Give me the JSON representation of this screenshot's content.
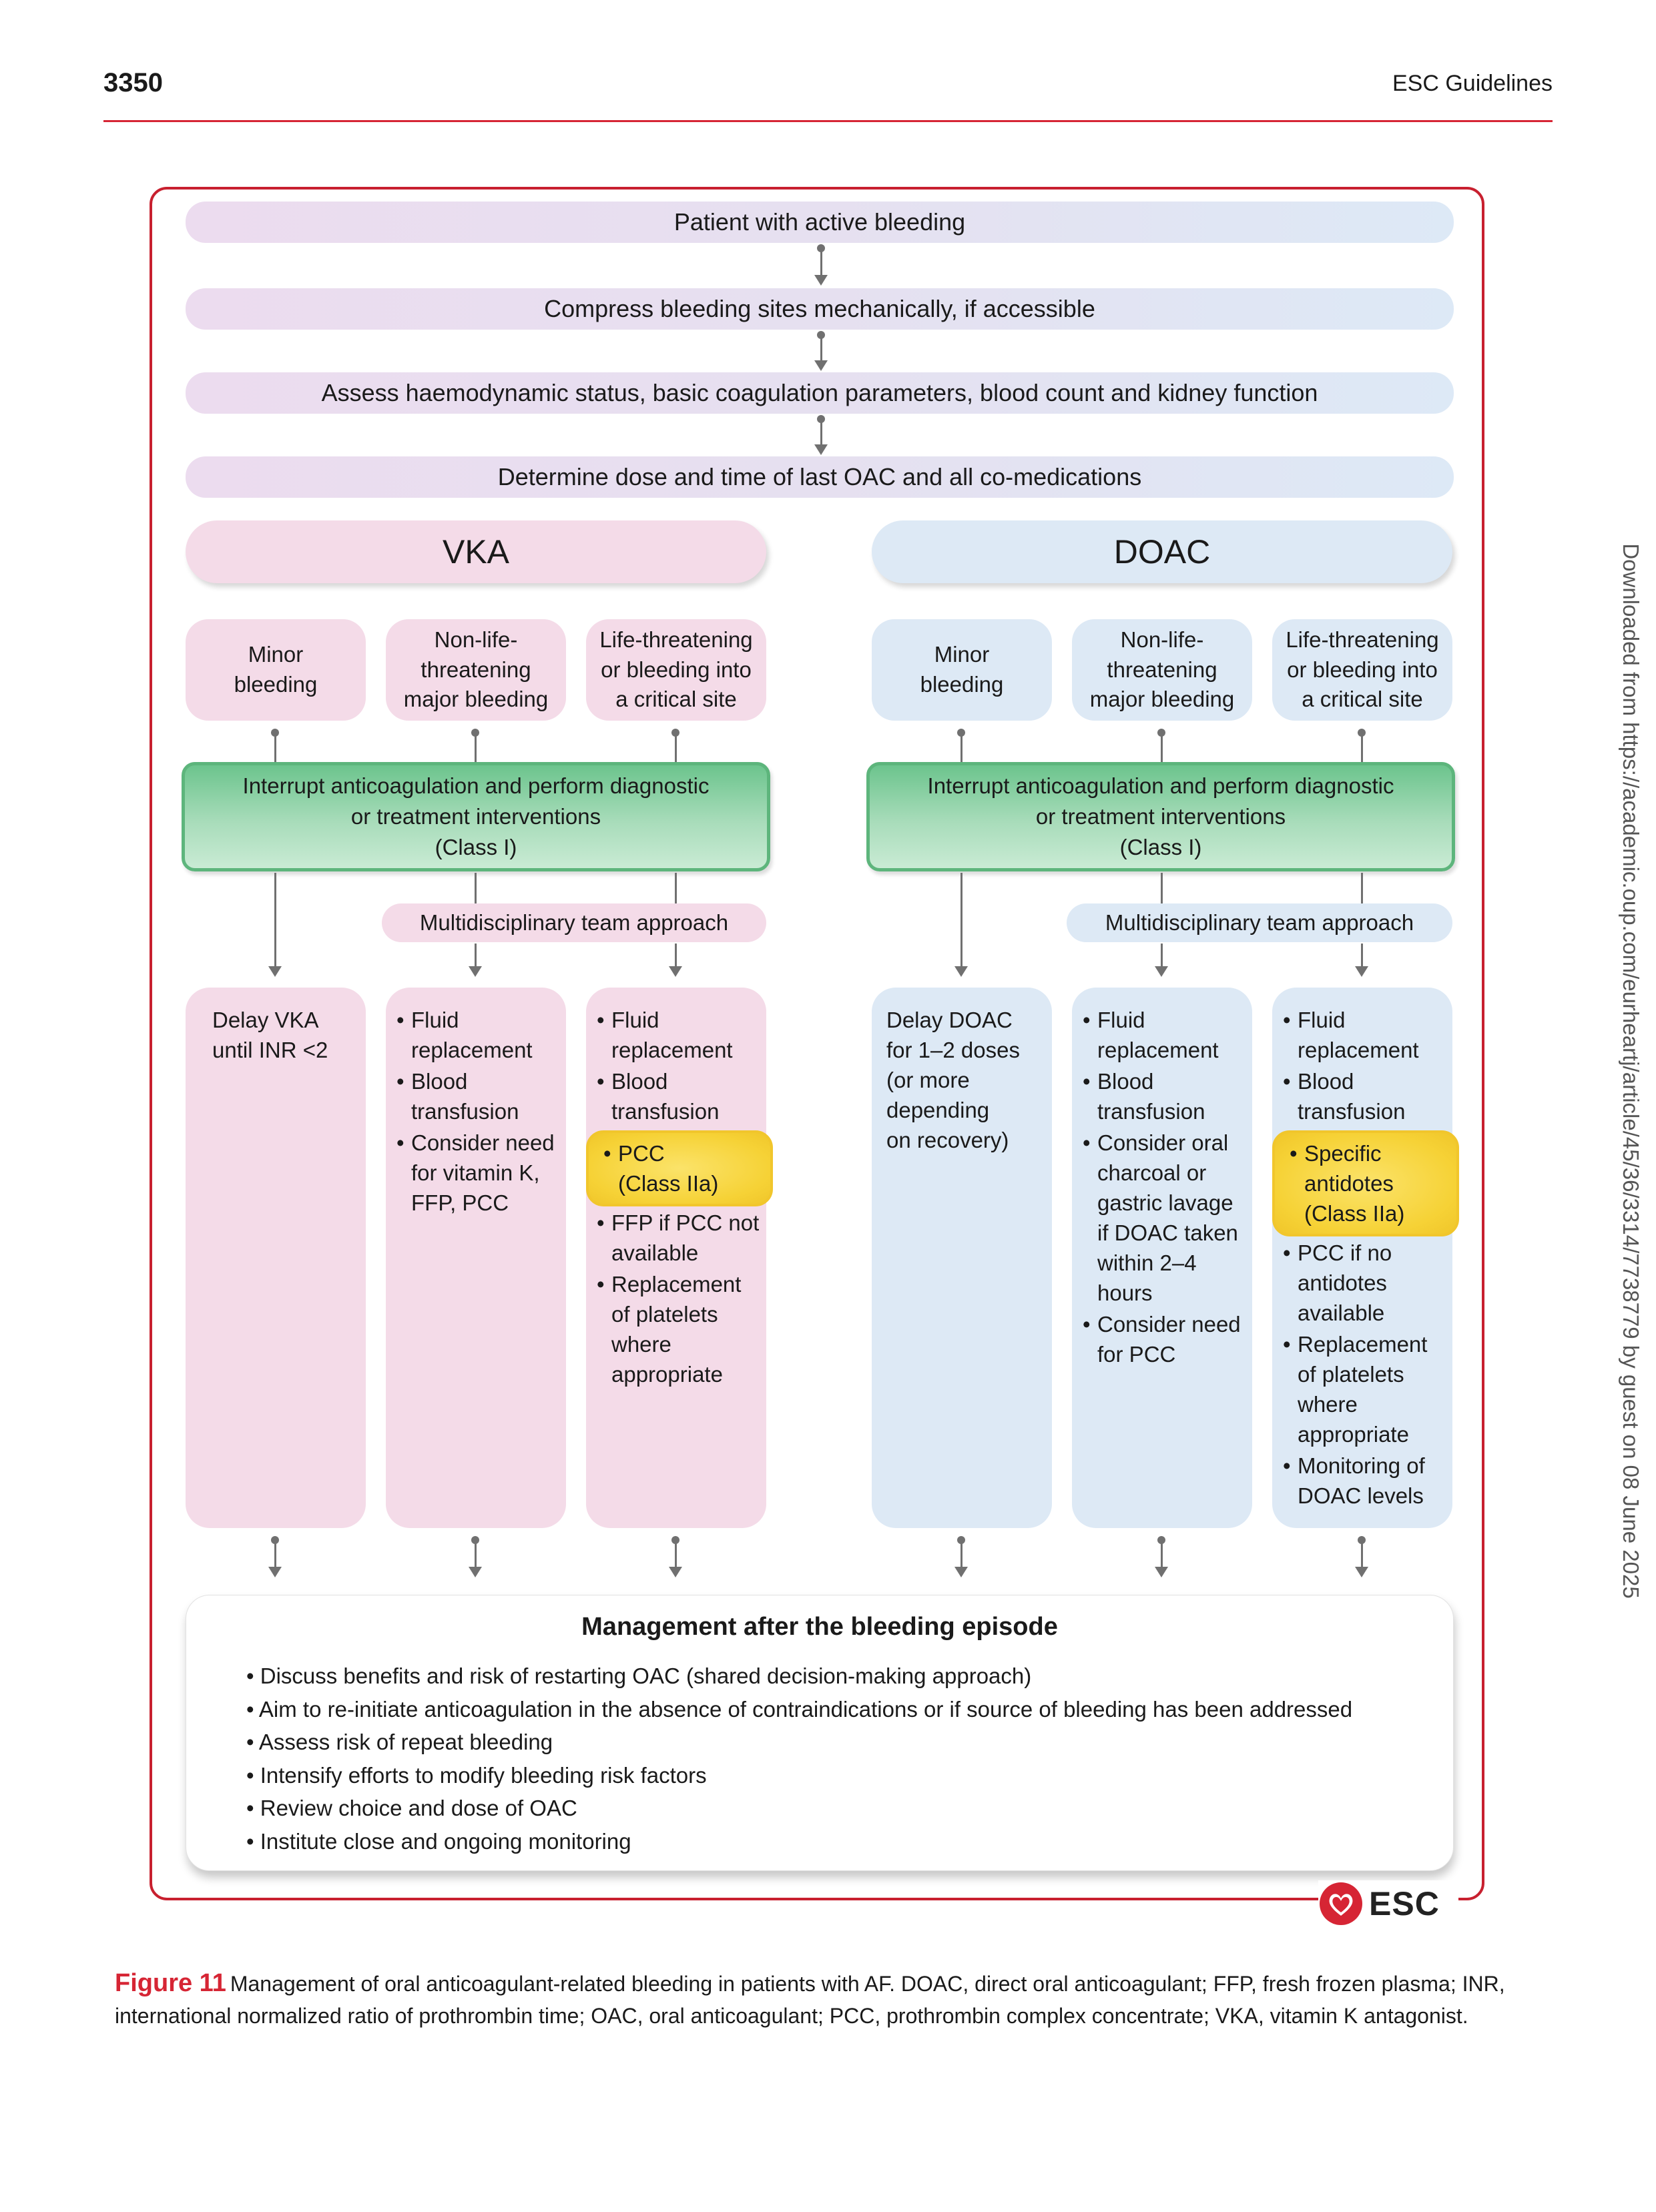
{
  "header": {
    "page_number": "3350",
    "running_head": "ESC Guidelines"
  },
  "flow": {
    "steps": [
      "Patient with active bleeding",
      "Compress bleeding sites mechanically, if accessible",
      "Assess haemodynamic status, basic coagulation parameters, blood count and kidney function",
      "Determine dose and time of last OAC and all co-medications"
    ],
    "vka": {
      "heading": "VKA",
      "categories": [
        [
          "Minor",
          "bleeding"
        ],
        [
          "Non-life-",
          "threatening",
          "major bleeding"
        ],
        [
          "Life-threatening",
          "or bleeding into",
          "a critical site"
        ]
      ],
      "interrupt": [
        "Interrupt anticoagulation and perform diagnostic",
        "or treatment interventions",
        "(Class I)"
      ],
      "mdt": "Multidisciplinary team approach",
      "minor_text": [
        "Delay VKA",
        "until INR <2"
      ],
      "major_items": [
        [
          "Fluid",
          "replacement"
        ],
        [
          "Blood",
          "transfusion"
        ],
        [
          "Consider need",
          "for vitamin K,",
          "FFP, PCC"
        ]
      ],
      "critical_before": [
        [
          "Fluid",
          "replacement"
        ],
        [
          "Blood",
          "transfusion"
        ]
      ],
      "critical_highlight": [
        "PCC",
        "(Class IIa)"
      ],
      "critical_after": [
        [
          "FFP if PCC not",
          "available"
        ],
        [
          "Replacement",
          "of platelets",
          "where",
          "appropriate"
        ]
      ]
    },
    "doac": {
      "heading": "DOAC",
      "categories": [
        [
          "Minor",
          "bleeding"
        ],
        [
          "Non-life-",
          "threatening",
          "major bleeding"
        ],
        [
          "Life-threatening",
          "or bleeding into",
          "a critical site"
        ]
      ],
      "interrupt": [
        "Interrupt anticoagulation and perform diagnostic",
        "or treatment interventions",
        "(Class I)"
      ],
      "mdt": "Multidisciplinary team approach",
      "minor_text": [
        "Delay DOAC",
        "for 1–2 doses",
        "(or more",
        "depending",
        "on recovery)"
      ],
      "major_items": [
        [
          "Fluid",
          "replacement"
        ],
        [
          "Blood",
          "transfusion"
        ],
        [
          "Consider oral",
          "charcoal or",
          "gastric lavage",
          "if DOAC taken",
          "within 2–4",
          "hours"
        ],
        [
          "Consider need",
          "for PCC"
        ]
      ],
      "critical_before": [
        [
          "Fluid",
          "replacement"
        ],
        [
          "Blood",
          "transfusion"
        ]
      ],
      "critical_highlight": [
        "Specific",
        "antidotes",
        "(Class IIa)"
      ],
      "critical_after": [
        [
          "PCC if no",
          "antidotes",
          "available"
        ],
        [
          "Replacement",
          "of platelets",
          "where",
          "appropriate"
        ],
        [
          "Monitoring of",
          "DOAC levels"
        ]
      ]
    },
    "management": {
      "title": "Management after the bleeding episode",
      "items": [
        "Discuss benefits and risk of restarting OAC (shared decision-making approach)",
        "Aim to re-initiate anticoagulation in the absence of contraindications or if source of bleeding has been addressed",
        "Assess risk of repeat bleeding",
        "Intensify efforts to modify bleeding risk factors",
        "Review choice and dose of OAC",
        "Institute close and ongoing monitoring"
      ]
    },
    "logo_text": "ESC",
    "colors": {
      "accent_red": "#d62534",
      "class_i_green": "#5db57c",
      "class_iia_yellow": "#f6d236",
      "vka_pink": "#f4dbe8",
      "doac_blue": "#dde9f5"
    }
  },
  "caption": {
    "label": "Figure 11",
    "text": "Management of oral anticoagulant-related bleeding in patients with AF. DOAC, direct oral anticoagulant; FFP, fresh frozen plasma; INR, international normalized ratio of prothrombin time; OAC, oral anticoagulant; PCC, prothrombin complex concentrate; VKA, vitamin K antagonist."
  },
  "side_note": "Downloaded from https://academic.oup.com/eurheartj/article/45/36/3314/7738779 by guest on 08 June 2025"
}
